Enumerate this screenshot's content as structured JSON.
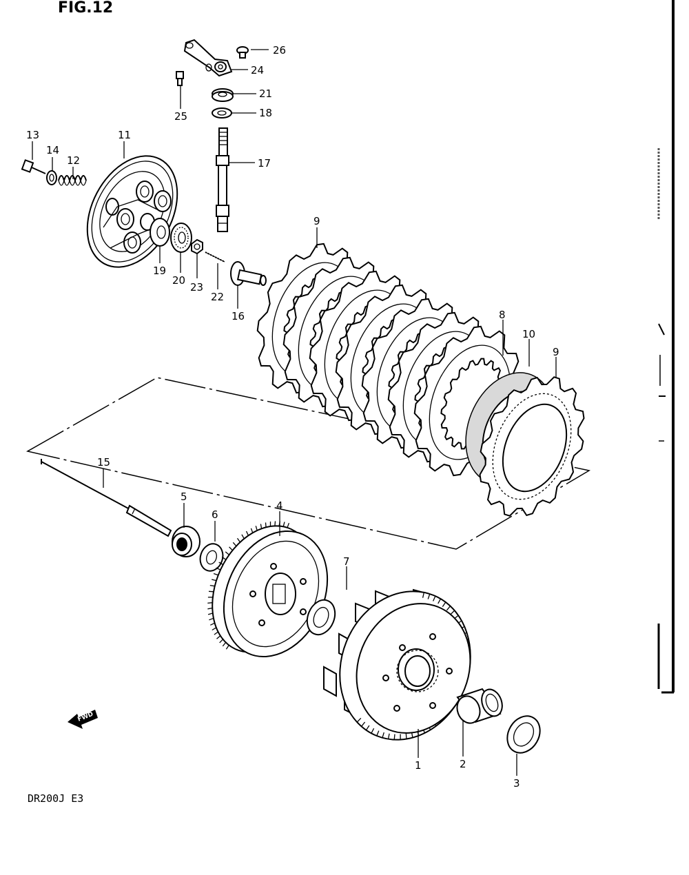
{
  "figure": {
    "title": "FIG.12",
    "model_code": "DR200J E3",
    "fwd_label": "FWD"
  },
  "callouts": {
    "p1": "1",
    "p2": "2",
    "p3": "3",
    "p4": "4",
    "p5": "5",
    "p6": "6",
    "p7": "7",
    "p8": "8",
    "p9a": "9",
    "p9b": "9",
    "p10": "10",
    "p11": "11",
    "p12": "12",
    "p13": "13",
    "p14": "14",
    "p15": "15",
    "p16": "16",
    "p17": "17",
    "p18": "18",
    "p19": "19",
    "p20": "20",
    "p21": "21",
    "p22": "22",
    "p23": "23",
    "p24": "24",
    "p25": "25",
    "p26": "26"
  }
}
